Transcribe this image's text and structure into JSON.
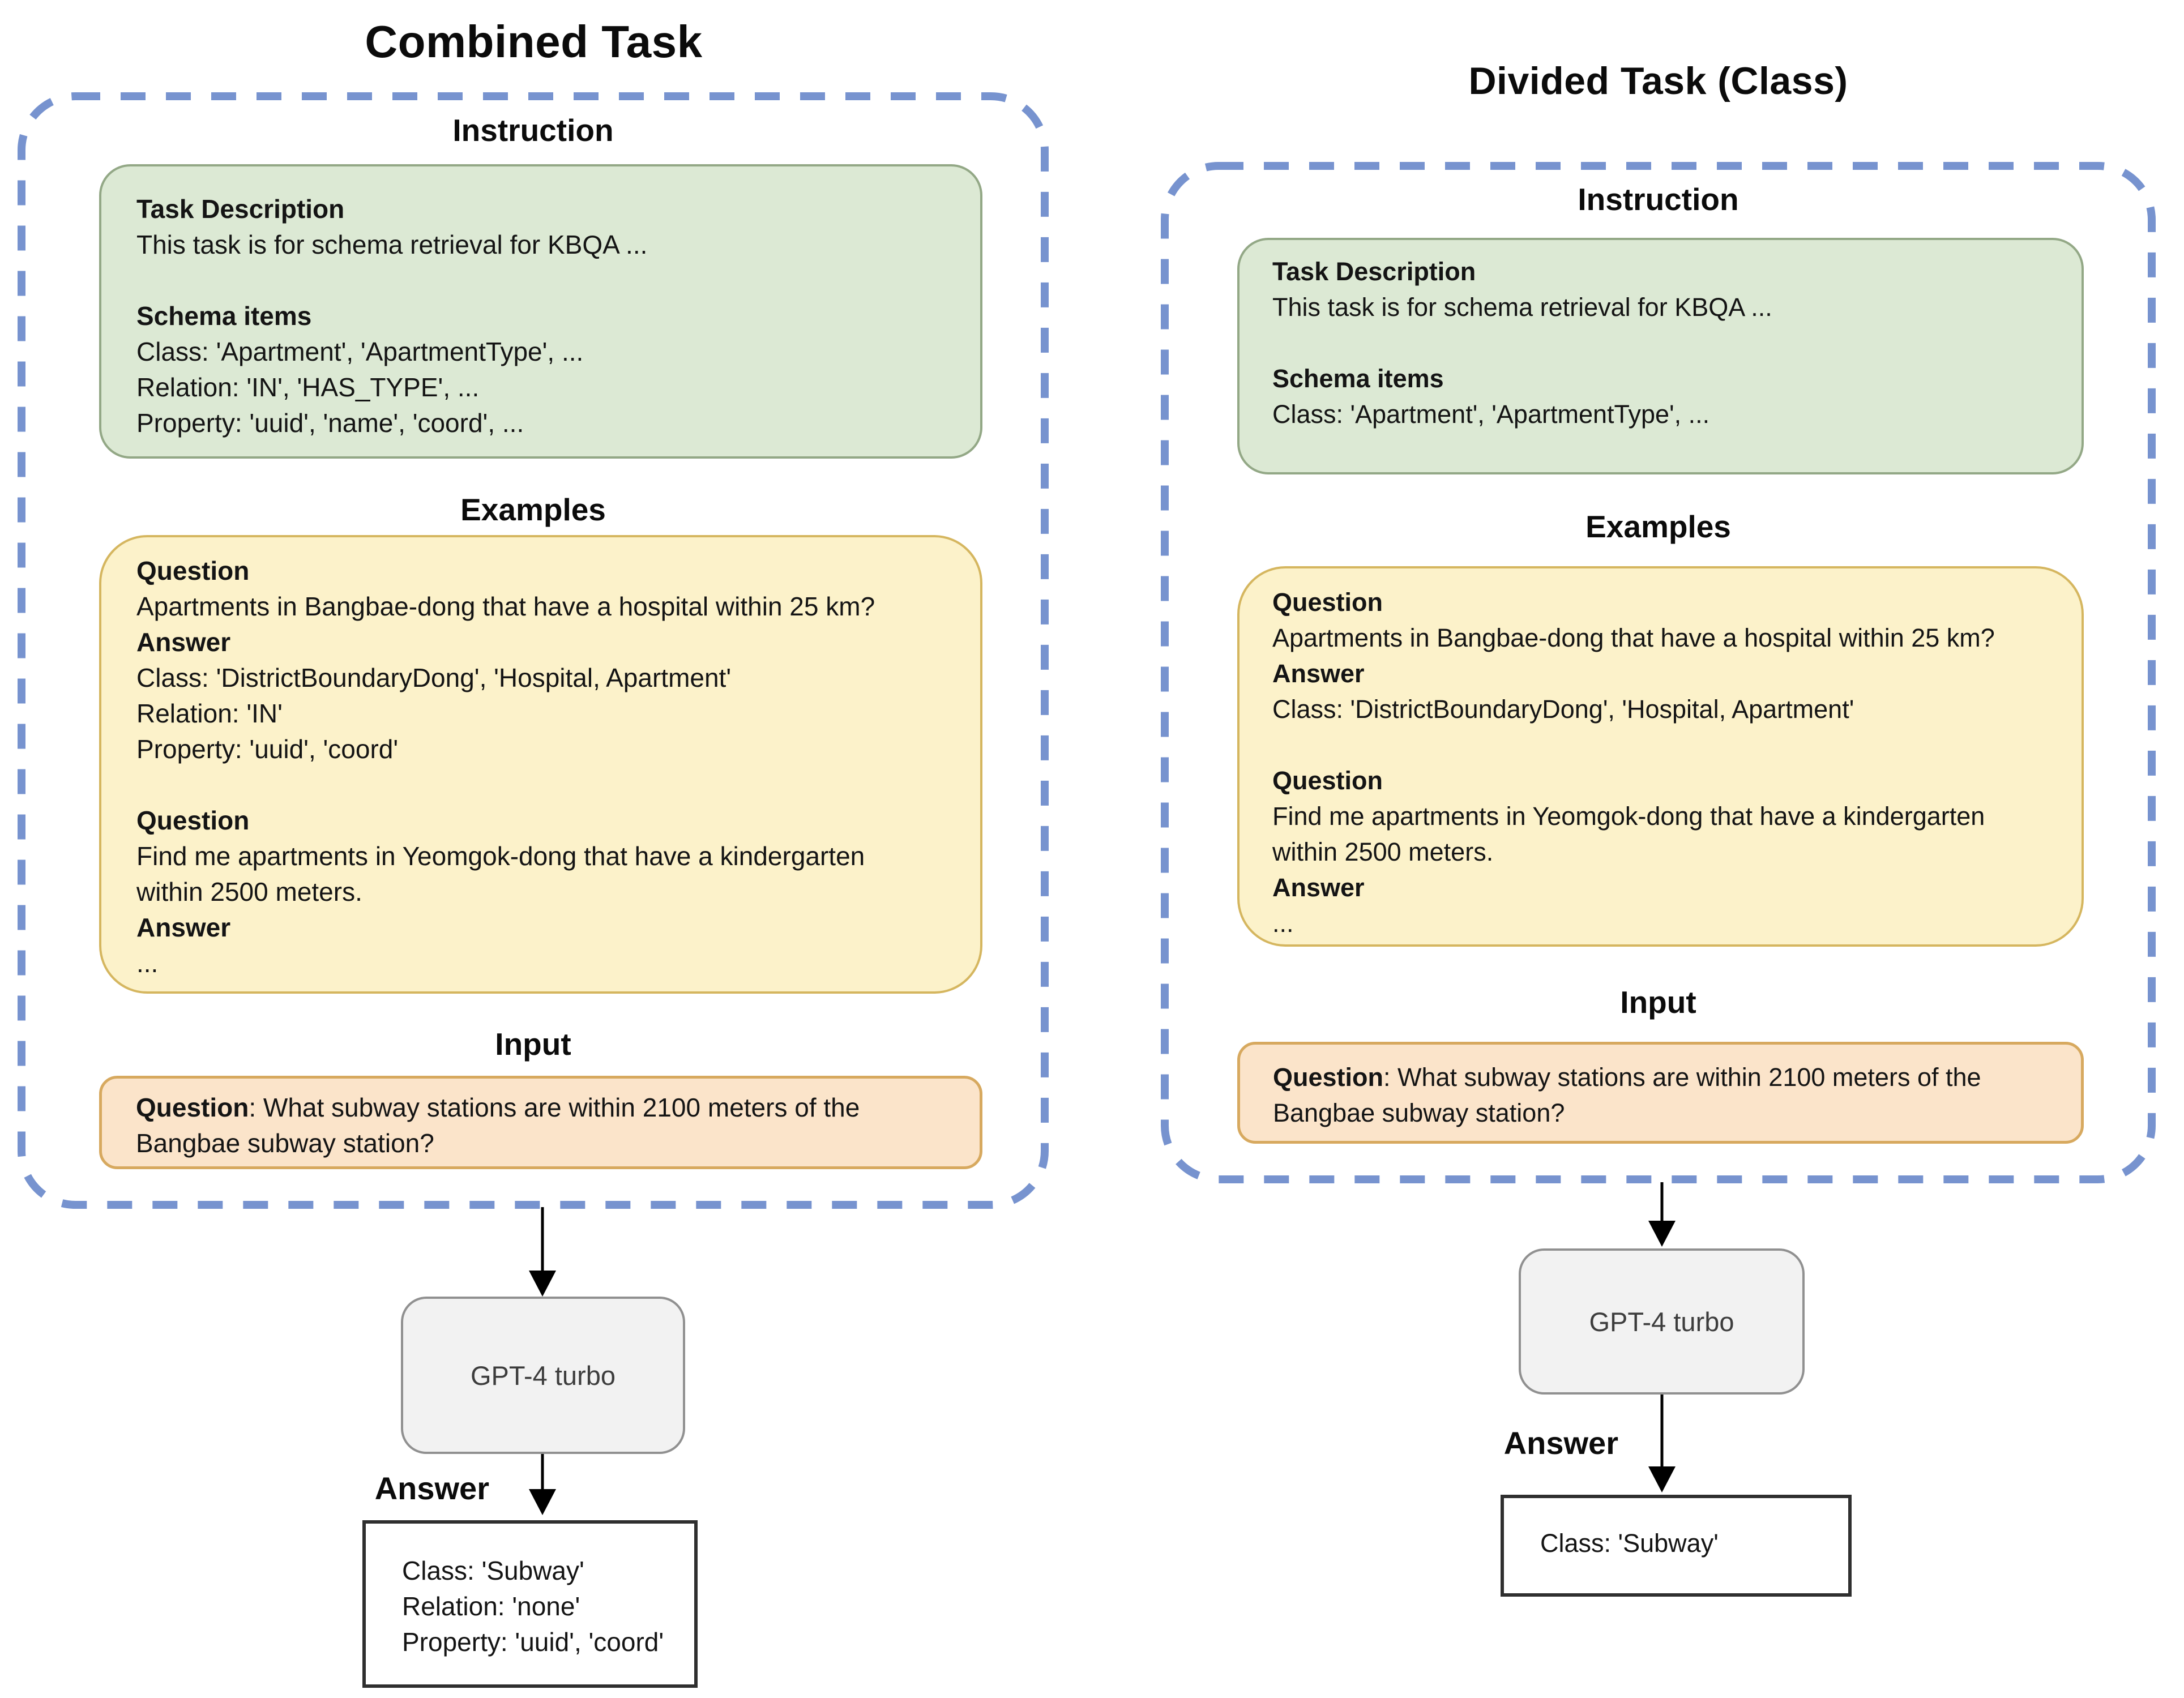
{
  "colors": {
    "boundary_dash_blue": "#7793cf",
    "instruction_fill": "#dce9d4",
    "instruction_border": "#93a886",
    "examples_fill": "#fcf2ca",
    "examples_border": "#d5b65f",
    "input_fill": "#fbe4ca",
    "input_border": "#d7a95f",
    "model_fill": "#f2f2f2",
    "model_border": "#909090",
    "answer_border": "#2f2f2f",
    "arrow_black": "#000000"
  },
  "left_panel": {
    "title": "Combined Task",
    "instruction_header": "Instruction",
    "examples_header": "Examples",
    "input_header": "Input",
    "instruction_box": {
      "lines": [
        {
          "t": "Task Description",
          "b": true
        },
        {
          "t": "This task is for schema retrieval for KBQA ...",
          "b": false
        },
        {
          "t": "",
          "b": false
        },
        {
          "t": "Schema items",
          "b": true
        },
        {
          "t": "Class: 'Apartment', 'ApartmentType', ...",
          "b": false
        },
        {
          "t": "Relation: 'IN', 'HAS_TYPE', ...",
          "b": false
        },
        {
          "t": "Property: 'uuid', 'name', 'coord', ...",
          "b": false
        }
      ]
    },
    "examples_box": {
      "lines": [
        {
          "t": "Question",
          "b": true
        },
        {
          "t": "Apartments in Bangbae-dong that have a hospital within 25 km?",
          "b": false
        },
        {
          "t": "Answer",
          "b": true
        },
        {
          "t": "Class: 'DistrictBoundaryDong', 'Hospital, Apartment'",
          "b": false
        },
        {
          "t": "Relation: 'IN'",
          "b": false
        },
        {
          "t": "Property: 'uuid', 'coord'",
          "b": false
        },
        {
          "t": "",
          "b": false
        },
        {
          "t": "Question",
          "b": true
        },
        {
          "t": "Find me apartments in Yeomgok-dong that have a kindergarten",
          "b": false
        },
        {
          "t": "within 2500 meters.",
          "b": false
        },
        {
          "t": "Answer",
          "b": true
        },
        {
          "t": "...",
          "b": false
        }
      ]
    },
    "input_box": {
      "prefix": "Question",
      "line1": ": What subway stations are within 2100 meters of the",
      "line2": "Bangbae subway station?"
    },
    "model_label": "GPT-4 turbo",
    "answer_label": "Answer",
    "answer_box": {
      "lines": [
        {
          "t": "Class: 'Subway'",
          "b": false
        },
        {
          "t": "Relation: 'none'",
          "b": false
        },
        {
          "t": "Property: 'uuid', 'coord'",
          "b": false
        }
      ]
    }
  },
  "right_panel": {
    "title": "Divided Task (Class)",
    "instruction_header": "Instruction",
    "examples_header": "Examples",
    "input_header": "Input",
    "instruction_box": {
      "lines": [
        {
          "t": "Task Description",
          "b": true
        },
        {
          "t": "This task is for schema retrieval for KBQA ...",
          "b": false
        },
        {
          "t": "",
          "b": false
        },
        {
          "t": "Schema items",
          "b": true
        },
        {
          "t": "Class: 'Apartment', 'ApartmentType', ...",
          "b": false
        }
      ]
    },
    "examples_box": {
      "lines": [
        {
          "t": "Question",
          "b": true
        },
        {
          "t": "Apartments in Bangbae-dong that have a hospital within 25 km?",
          "b": false
        },
        {
          "t": "Answer",
          "b": true
        },
        {
          "t": "Class: 'DistrictBoundaryDong', 'Hospital, Apartment'",
          "b": false
        },
        {
          "t": "",
          "b": false
        },
        {
          "t": "Question",
          "b": true
        },
        {
          "t": "Find me apartments in Yeomgok-dong that have a kindergarten",
          "b": false
        },
        {
          "t": "within 2500 meters.",
          "b": false
        },
        {
          "t": "Answer",
          "b": true
        },
        {
          "t": "...",
          "b": false
        }
      ]
    },
    "input_box": {
      "prefix": "Question",
      "line1": ": What subway stations are within 2100 meters of the",
      "line2": "Bangbae subway station?"
    },
    "model_label": "GPT-4 turbo",
    "answer_label": "Answer",
    "answer_box": {
      "lines": [
        {
          "t": "Class: 'Subway'",
          "b": false
        }
      ]
    }
  }
}
